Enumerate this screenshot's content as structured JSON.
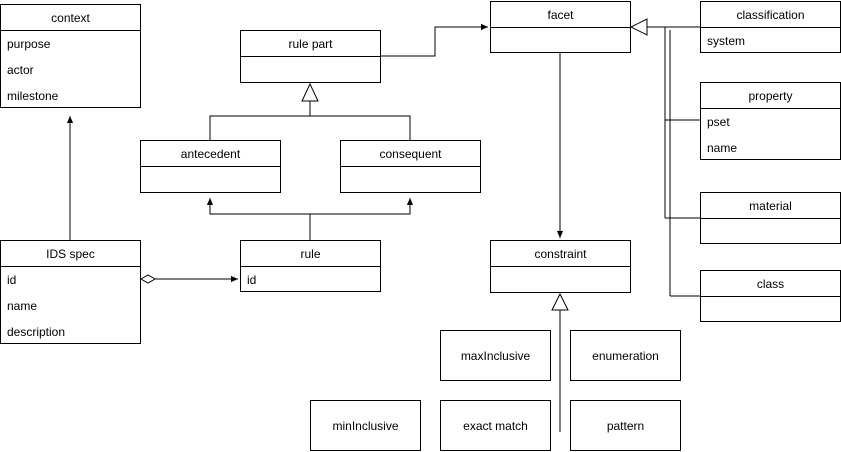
{
  "classes": {
    "context": {
      "name": "context",
      "attrs": [
        "purpose",
        "actor",
        "milestone"
      ]
    },
    "rule_part": {
      "name": "rule part"
    },
    "facet": {
      "name": "facet"
    },
    "classification": {
      "name": "classification",
      "attrs": [
        "system"
      ]
    },
    "property": {
      "name": "property",
      "attrs": [
        "pset",
        "name"
      ]
    },
    "material": {
      "name": "material"
    },
    "class": {
      "name": "class"
    },
    "antecedent": {
      "name": "antecedent"
    },
    "consequent": {
      "name": "consequent"
    },
    "ids_spec": {
      "name": "IDS spec",
      "attrs": [
        "id",
        "name",
        "description"
      ]
    },
    "rule": {
      "name": "rule",
      "attrs": [
        "id"
      ]
    },
    "constraint": {
      "name": "constraint"
    }
  },
  "constraint_types": {
    "max_inclusive": "maxInclusive",
    "enumeration": "enumeration",
    "min_inclusive": "minInclusive",
    "exact_match": "exact match",
    "pattern": "pattern"
  }
}
